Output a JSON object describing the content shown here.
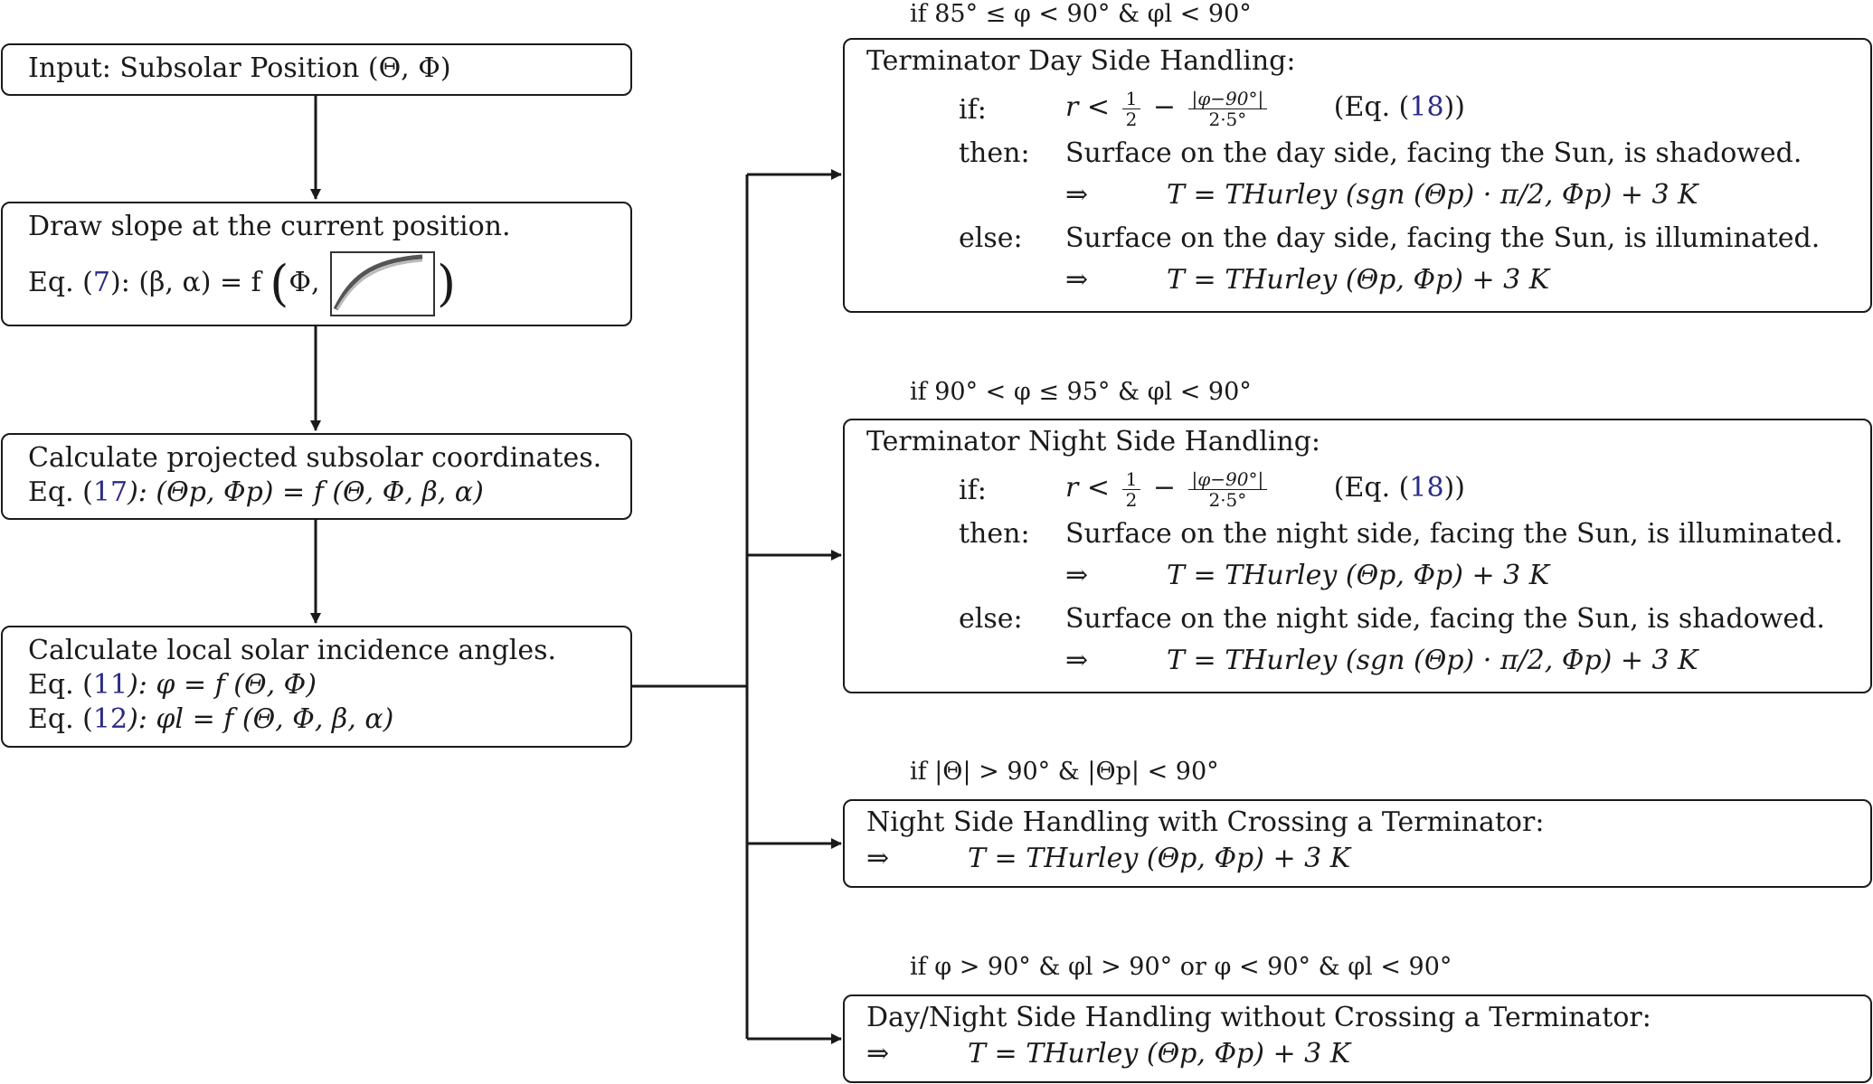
{
  "left_boxes": {
    "input": {
      "label": "Input: Subsolar Position (Θ, Φ)"
    },
    "slope": {
      "title": "Draw slope at the current position.",
      "eq_prefix": "Eq. (",
      "eq_ref": "7",
      "eq_suffix": "): (β, α) = f",
      "eq_phi": "Φ,"
    },
    "projected": {
      "title": "Calculate projected subsolar coordinates.",
      "eq_prefix": "Eq. (",
      "eq_ref": "17",
      "eq_suffix": "): (Θp, Φp) = f (Θ, Φ, β, α)"
    },
    "incidence": {
      "title": "Calculate local solar incidence angles.",
      "eq1_prefix": "Eq. (",
      "eq1_ref": "11",
      "eq1_suffix": "): φ = f (Θ, Φ)",
      "eq2_prefix": "Eq. (",
      "eq2_ref": "12",
      "eq2_suffix": "): φl = f (Θ, Φ, β, α)"
    }
  },
  "right_boxes": {
    "day_terminator": {
      "condition": "if 85° ≤ φ < 90° & φl < 90°",
      "title": "Terminator Day Side Handling:",
      "if_label": "if:",
      "if_expr_left": "r <",
      "frac_num": "1",
      "frac_den": "2",
      "minus": "−",
      "frac2_num": "|φ−90°|",
      "frac2_den": "2·5°",
      "eq_ref_prefix": "(Eq. (",
      "eq_ref": "18",
      "eq_ref_suffix": "))",
      "then_label": "then:",
      "then_text": "Surface on the day side, facing the Sun, is shadowed.",
      "then_implies": "⇒",
      "then_formula": "T = THurley (sgn (Θp) · π/2, Φp) + 3 K",
      "else_label": "else:",
      "else_text": "Surface on the day side, facing the Sun, is illuminated.",
      "else_implies": "⇒",
      "else_formula": "T = THurley (Θp, Φp) + 3 K"
    },
    "night_terminator": {
      "condition": "if 90° < φ ≤ 95° & φl < 90°",
      "title": "Terminator Night Side Handling:",
      "if_label": "if:",
      "if_expr_left": "r <",
      "frac_num": "1",
      "frac_den": "2",
      "minus": "−",
      "frac2_num": "|φ−90°|",
      "frac2_den": "2·5°",
      "eq_ref_prefix": "(Eq. (",
      "eq_ref": "18",
      "eq_ref_suffix": "))",
      "then_label": "then:",
      "then_text": "Surface on the night side, facing the Sun, is illuminated.",
      "then_implies": "⇒",
      "then_formula": "T = THurley (Θp, Φp) + 3 K",
      "else_label": "else:",
      "else_text": "Surface on the night side, facing the Sun, is shadowed.",
      "else_implies": "⇒",
      "else_formula": "T = THurley (sgn (Θp) · π/2, Φp) + 3 K"
    },
    "night_crossing": {
      "condition": "if |Θ| > 90° & |Θp| < 90°",
      "title": "Night Side Handling with Crossing a Terminator:",
      "implies": "⇒",
      "formula": "T = THurley (Θp, Φp) + 3 K"
    },
    "no_crossing": {
      "condition": "if φ > 90° & φl > 90° or φ < 90° & φl < 90°",
      "title": "Day/Night Side Handling without Crossing a Terminator:",
      "implies": "⇒",
      "formula": "T = THurley (Θp, Φp) + 3 K"
    }
  },
  "colors": {
    "line": "#1a1a1a",
    "eq_ref": "#2b2b86"
  }
}
